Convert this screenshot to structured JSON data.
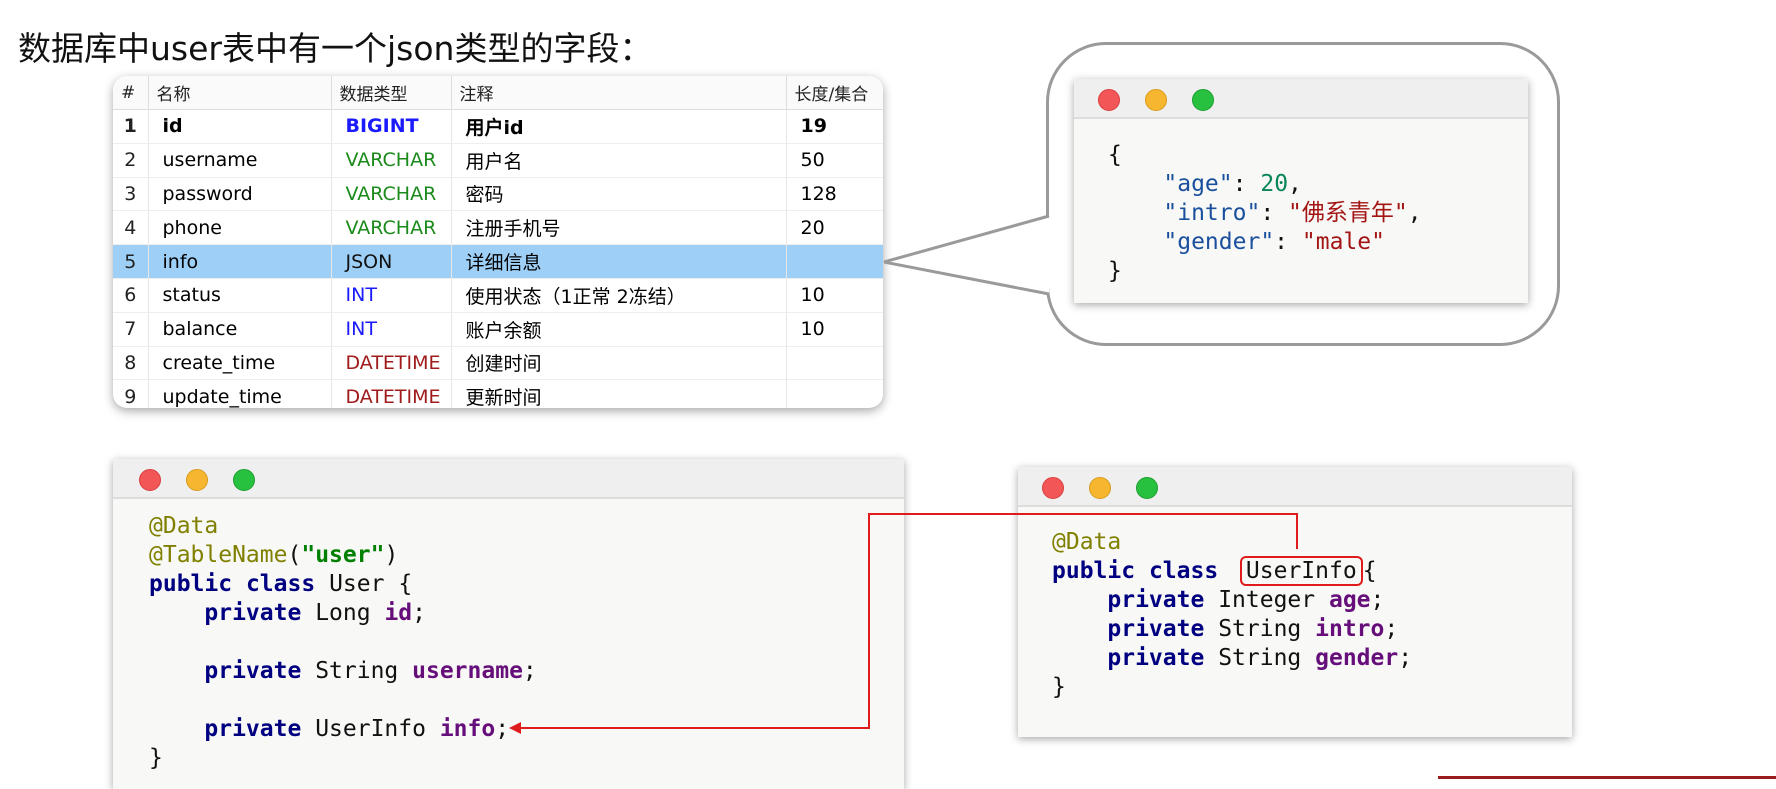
{
  "title": "数据库中user表中有一个json类型的字段：",
  "table": {
    "headers": [
      "#",
      "名称",
      "数据类型",
      "注释",
      "长度/集合"
    ],
    "rows": [
      {
        "n": "1",
        "name": "id",
        "type": "BIGINT",
        "comment": "用户id",
        "len": "19"
      },
      {
        "n": "2",
        "name": "username",
        "type": "VARCHAR",
        "comment": "用户名",
        "len": "50"
      },
      {
        "n": "3",
        "name": "password",
        "type": "VARCHAR",
        "comment": "密码",
        "len": "128"
      },
      {
        "n": "4",
        "name": "phone",
        "type": "VARCHAR",
        "comment": "注册手机号",
        "len": "20"
      },
      {
        "n": "5",
        "name": "info",
        "type": "JSON",
        "comment": "详细信息",
        "len": ""
      },
      {
        "n": "6",
        "name": "status",
        "type": "INT",
        "comment": "使用状态（1正常 2冻结）",
        "len": "10"
      },
      {
        "n": "7",
        "name": "balance",
        "type": "INT",
        "comment": "账户余额",
        "len": "10"
      },
      {
        "n": "8",
        "name": "create_time",
        "type": "DATETIME",
        "comment": "创建时间",
        "len": ""
      },
      {
        "n": "9",
        "name": "update_time",
        "type": "DATETIME",
        "comment": "更新时间",
        "len": ""
      }
    ]
  },
  "type_colors": {
    "BIGINT": "#1a1aff",
    "VARCHAR": "#1a8a1a",
    "JSON": "#111111",
    "INT": "#1a1aff",
    "DATETIME": "#a01c1c"
  },
  "json_example": {
    "open": "{",
    "key_age": "\"age\"",
    "val_age": "20",
    "key_intro": "\"intro\"",
    "val_intro": "\"佛系青年\"",
    "key_gender": "\"gender\"",
    "val_gender": "\"male\"",
    "close": "}"
  },
  "user_class": {
    "ann_data": "@Data",
    "ann_table": "@TableName",
    "table_name": "\"user\"",
    "kw_public": "public",
    "kw_class": "class",
    "class_name": "User",
    "kw_private": "private",
    "t_long": "Long",
    "f_id": "id",
    "t_string": "String",
    "f_username": "username",
    "t_userinfo": "UserInfo",
    "f_info": "info",
    "open": "{",
    "close": "}"
  },
  "userinfo_class": {
    "ann_data": "@Data",
    "kw_public": "public",
    "kw_class": "class",
    "class_name": "UserInfo",
    "kw_private": "private",
    "t_integer": "Integer",
    "f_age": "age",
    "t_string": "String",
    "f_intro": "intro",
    "f_gender": "gender",
    "open": "{",
    "close": "}"
  },
  "colors": {
    "arrow": "#e01b1b",
    "highlight_row": "#9ed0f7",
    "bubble_border": "#9a9a9a"
  }
}
